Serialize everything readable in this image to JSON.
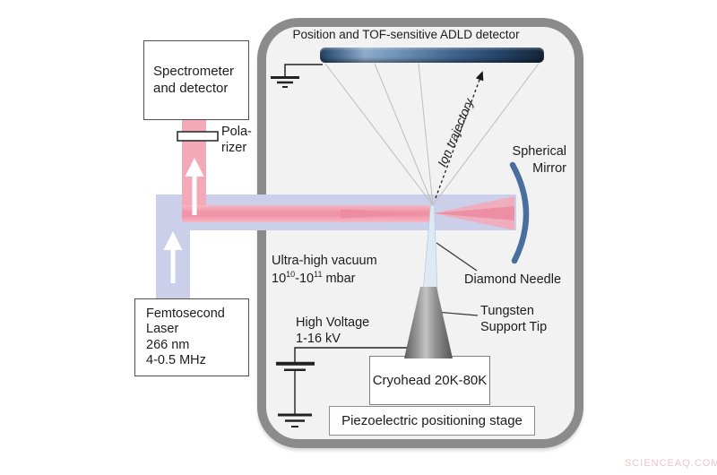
{
  "watermark": "SCIENCEAQ.COM",
  "chamber": {
    "detector_label": "Position and TOF-sensitive ADLD detector",
    "ion_trajectory_label": "Ion trajectory",
    "spherical_mirror": {
      "line1": "Spherical",
      "line2": "Mirror"
    },
    "diamond_needle_label": "Diamond Needle",
    "tungsten": {
      "line1": "Tungsten",
      "line2": "Support Tip"
    },
    "vacuum": {
      "line1": "Ultra-high vacuum",
      "base1": "10",
      "exp1": "10",
      "mid": "-10",
      "exp2": "11",
      "unit": " mbar"
    },
    "high_voltage": {
      "line1": "High Voltage",
      "line2": "1-16 kV"
    },
    "cryohead_label": "Cryohead 20K-80K",
    "piezo_label": "Piezoelectric positioning stage"
  },
  "left_path": {
    "spectrometer": {
      "line1": "Spectrometer",
      "line2": "and detector"
    },
    "polarizer": {
      "line1": "Pola-",
      "line2": "rizer"
    },
    "laser": {
      "line1": "Femtosecond",
      "line2": "Laser",
      "line3": "266 nm",
      "line4": "4-0.5 MHz"
    }
  },
  "colors": {
    "beam_pink": "#f3a9b8",
    "beam_pink_core": "#ec8aa0",
    "beam_lavender": "#cbcfe9",
    "needle_blue": "#dde9f3",
    "mirror_blue": "#4a6f9f",
    "detector_navy": "#1f3a5c",
    "chamber_border": "#8b8b8b",
    "chamber_fill": "#f2f2f2"
  }
}
